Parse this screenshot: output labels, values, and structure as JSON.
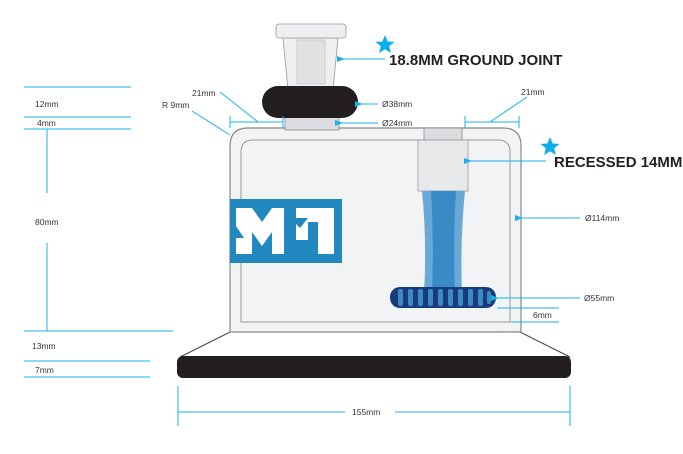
{
  "callouts": {
    "ground_joint": "18.8MM GROUND JOINT",
    "recessed": "RECESSED 14MM"
  },
  "dimensions": {
    "top_12": "12mm",
    "top_4": "4mm",
    "height_80": "80mm",
    "base_13": "13mm",
    "base_7": "7mm",
    "width_155": "155mm",
    "left_21": "21mm",
    "radius": "R 9mm",
    "ring_38": "Ø38mm",
    "neck_24": "Ø24mm",
    "right_21": "21mm",
    "body_114": "Ø114mm",
    "coil_55": "Ø55mm",
    "gap_6": "6mm"
  },
  "logo": {
    "text": "M1",
    "color": "#2188c0"
  },
  "colors": {
    "dimension": "#1ab0ee",
    "star": "#0aaeef",
    "stem": "#3a8ac6",
    "black": "#231f20"
  }
}
